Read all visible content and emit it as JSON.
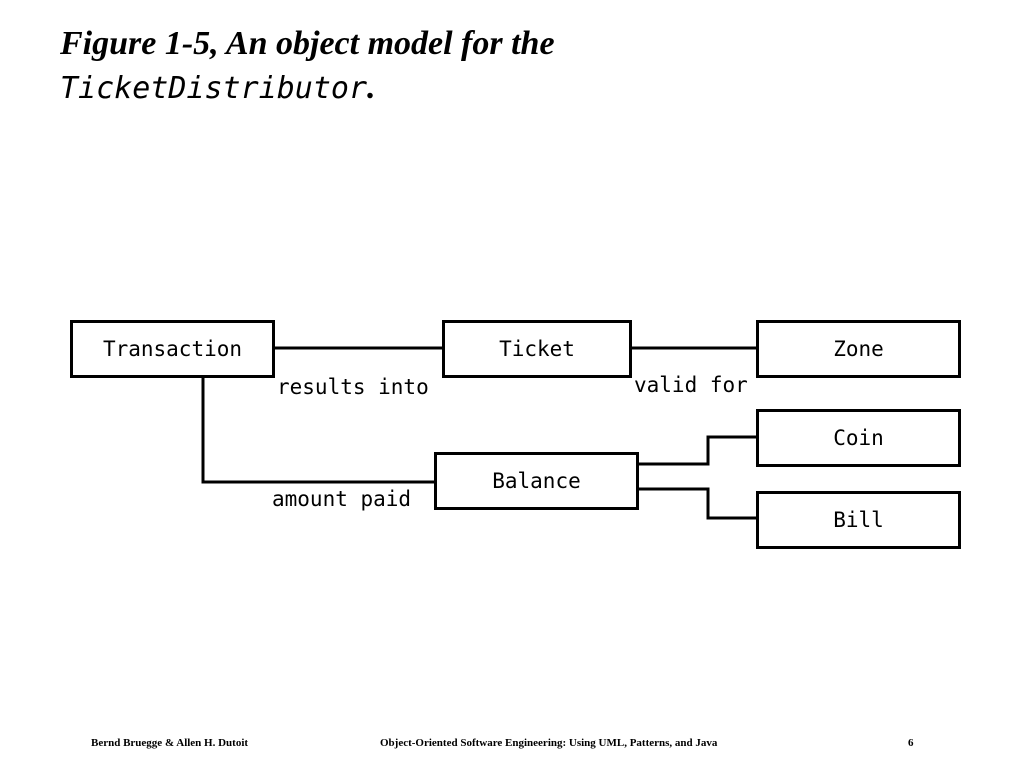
{
  "slide": {
    "title_prefix": "Figure 1-5, An object model for the",
    "title_mono": "TicketDistributor",
    "title_suffix": "."
  },
  "diagram": {
    "classes": {
      "transaction": "Transaction",
      "ticket": "Ticket",
      "zone": "Zone",
      "coin": "Coin",
      "bill": "Bill",
      "balance": "Balance"
    },
    "associations": {
      "results_into": "results into",
      "valid_for": "valid for",
      "amount_paid": "amount paid"
    }
  },
  "footer": {
    "authors": "Bernd Bruegge & Allen H. Dutoit",
    "book": "Object-Oriented Software Engineering: Using UML, Patterns, and Java",
    "page": "6"
  }
}
